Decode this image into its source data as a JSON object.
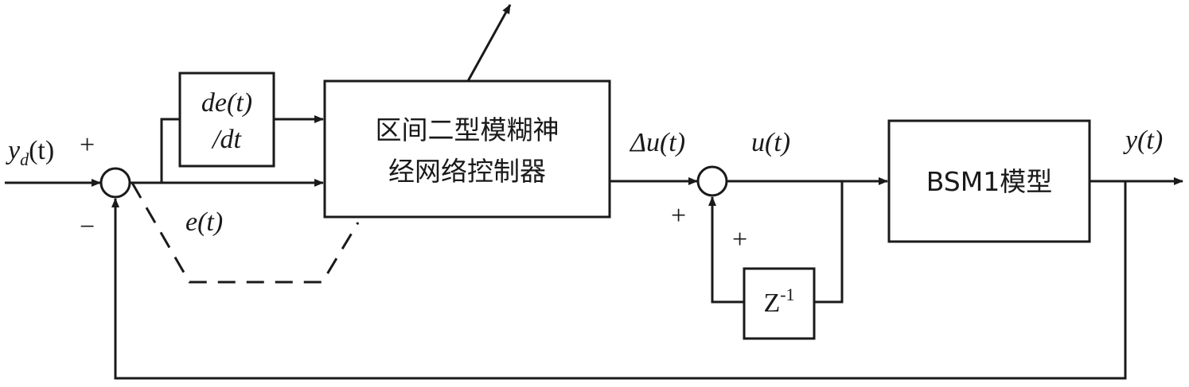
{
  "blocks": {
    "controller_line1": "区间二型模糊神",
    "controller_line2": "经网络控制器",
    "derivative_line1": "de(t)",
    "derivative_line2": "/dt",
    "plant": "BSM1模型",
    "delay_base": "Z",
    "delay_exp": "-1"
  },
  "signals": {
    "ref_y": "y",
    "ref_sub": "d",
    "ref_arg": "(t)",
    "error": "e(t)",
    "delta_u": "Δu(t)",
    "u": "u(t)",
    "output": "y(t)"
  },
  "signs": {
    "sum1_plus": "+",
    "sum1_minus": "−",
    "sum2_plus_left": "+",
    "sum2_plus_bottom": "+"
  }
}
